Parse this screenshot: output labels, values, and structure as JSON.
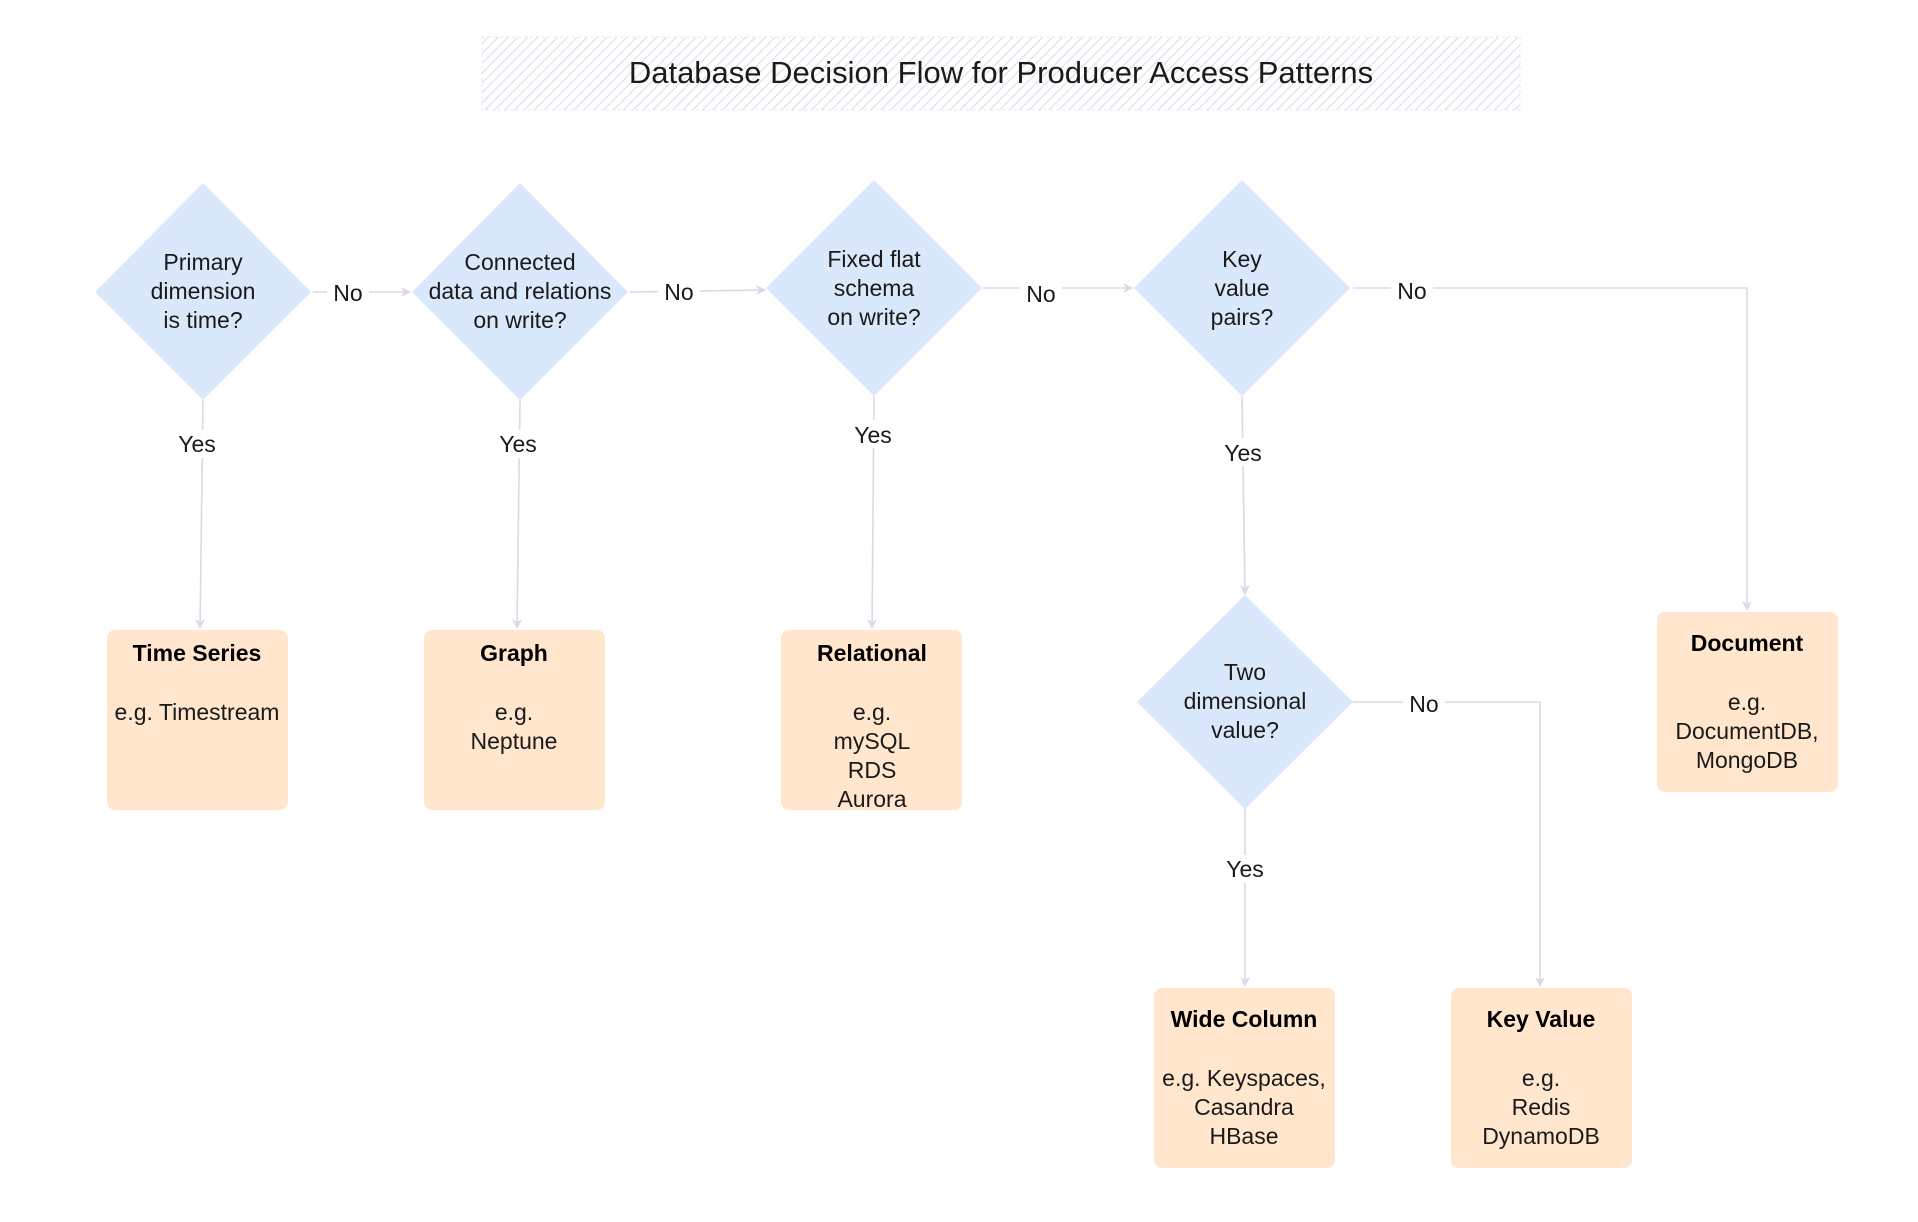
{
  "title": "Database Decision Flow for Producer Access Patterns",
  "colors": {
    "decision_fill": "#dae8fc",
    "result_fill": "#ffe6cc",
    "edge": "#e1d5e7",
    "title_hatch": "#e1d5e7",
    "text": "#1a1a1a"
  },
  "decisions": {
    "time": [
      "Primary",
      "dimension",
      "is time?"
    ],
    "graph": [
      "Connected",
      "data and relations",
      "on write?"
    ],
    "relational": [
      "Fixed flat",
      "schema",
      "on write?"
    ],
    "kv": [
      "Key",
      "value",
      "pairs?"
    ],
    "twod": [
      "Two",
      "dimensional",
      "value?"
    ]
  },
  "results": {
    "time_series": {
      "title": "Time Series",
      "lines": [
        "",
        "e.g. Timestream"
      ]
    },
    "graph": {
      "title": "Graph",
      "lines": [
        "",
        "e.g.",
        "Neptune"
      ]
    },
    "relational": {
      "title": "Relational",
      "lines": [
        "",
        "e.g.",
        "mySQL",
        "RDS",
        "Aurora"
      ]
    },
    "document": {
      "title": "Document",
      "lines": [
        "",
        "e.g.",
        "DocumentDB,",
        "MongoDB"
      ]
    },
    "wide_column": {
      "title": "Wide Column",
      "lines": [
        "",
        "e.g. Keyspaces,",
        "Casandra",
        "HBase"
      ]
    },
    "key_value": {
      "title": "Key Value",
      "lines": [
        "",
        "e.g.",
        "Redis",
        "DynamoDB"
      ]
    }
  },
  "edge_labels": {
    "yes": "Yes",
    "no": "No"
  }
}
